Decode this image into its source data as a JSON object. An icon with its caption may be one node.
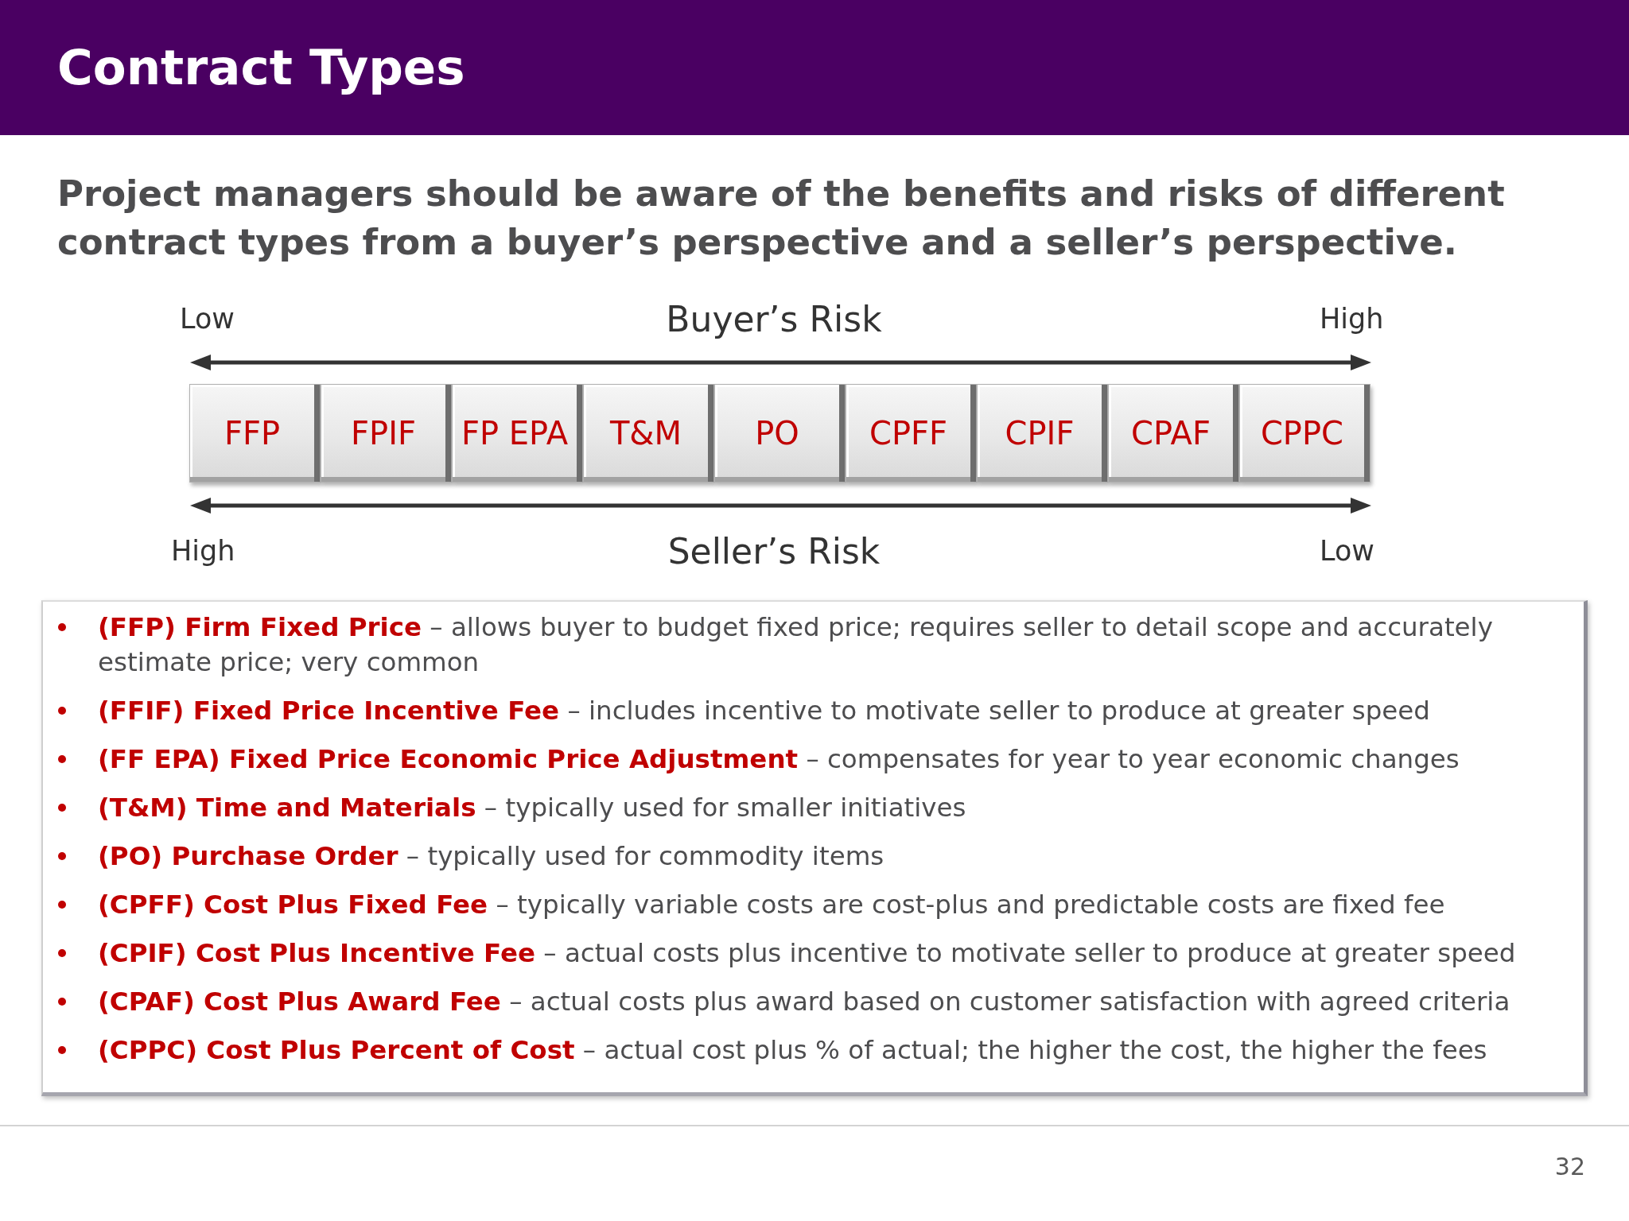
{
  "diagram": {
    "title": "Contract Types",
    "nodes": [
      {
        "text": [
          "FFP"
        ]
      },
      {
        "text": [
          "FPIF"
        ]
      },
      {
        "text": [
          "FP EPA"
        ]
      },
      {
        "text": [
          "T&M"
        ]
      },
      {
        "text": [
          "PO"
        ]
      },
      {
        "text": [
          "CPFF"
        ]
      },
      {
        "text": [
          "CPIF"
        ]
      },
      {
        "text": [
          "CPAF"
        ]
      },
      {
        "text": [
          "CPPC"
        ]
      },
      {
        "text": [
          "**(FFP) Firm Fixed Price** – allows buyer to budget fixed price; requires seller to detail scope and accurately estimate price; very common",
          "**(FFIF) Fixed Price Incentive Fee** – includes incentive to motivate seller to produce at greater speed",
          "**(FF EPA) Fixed Price Economic Price Adjustment** – compensates for year to year economic changes",
          "**(T&M) Time and Materials** – typically used for smaller initiatives",
          "**(PO) Purchase Order** – typically used for commodity items",
          "**(CPFF) Cost Plus Fixed Fee** – typically variable costs are cost-plus and predictable costs are fixed fee",
          "**(CPIF) Cost Plus Incentive Fee** – actual costs plus incentive to motivate seller to produce at greater speed",
          "**(CPAF) Cost Plus Award Fee** – actual costs plus award based on customer satisfaction with agreed criteria",
          "**(CPPC) Cost Plus Percent of Cost** – actual cost plus % of actual; the higher the cost, the higher the fees"
        ]
      }
    ],
    "labels": [
      "Project managers should be aware of the benefits and risks of different contract types from a buyer’s perspective and a seller’s perspective.",
      "Low",
      "Buyer’s Risk",
      "High",
      "High",
      "Seller’s Risk",
      "Low",
      "32"
    ]
  }
}
